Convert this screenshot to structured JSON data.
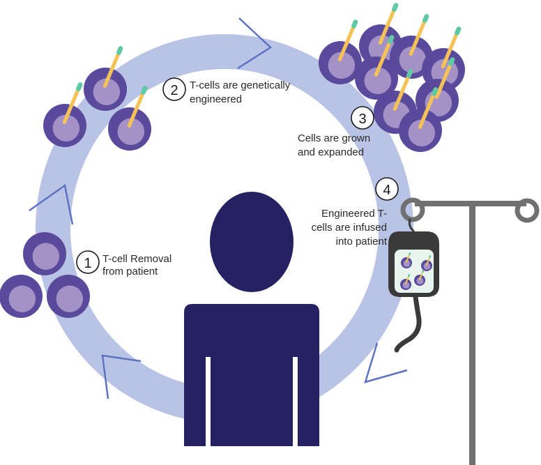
{
  "colors": {
    "ring": "#b8c3e6",
    "ring_arrow": "#5d72c0",
    "cell_outer": "#5a4a9c",
    "cell_inner": "#a491c6",
    "virus_body": "#f4c257",
    "virus_tip": "#5ec9a4",
    "person": "#262262",
    "iv_pole": "#707070",
    "iv_bag": "#e7f5ee",
    "iv_outline": "#3a3a3a"
  },
  "steps": [
    {
      "number": "1",
      "lines": [
        "T-cell Removal",
        "from patient"
      ]
    },
    {
      "number": "2",
      "lines": [
        "T-cells are genetically",
        "engineered"
      ]
    },
    {
      "number": "3",
      "lines": [
        "Cells are grown",
        "and expanded"
      ]
    },
    {
      "number": "4",
      "lines": [
        "Engineered T-",
        "cells are infused",
        "into patient"
      ]
    }
  ],
  "icons": {
    "person": "patient-silhouette-icon",
    "iv": "iv-drip-icon",
    "cell": "t-cell-icon",
    "virus": "viral-vector-icon"
  }
}
